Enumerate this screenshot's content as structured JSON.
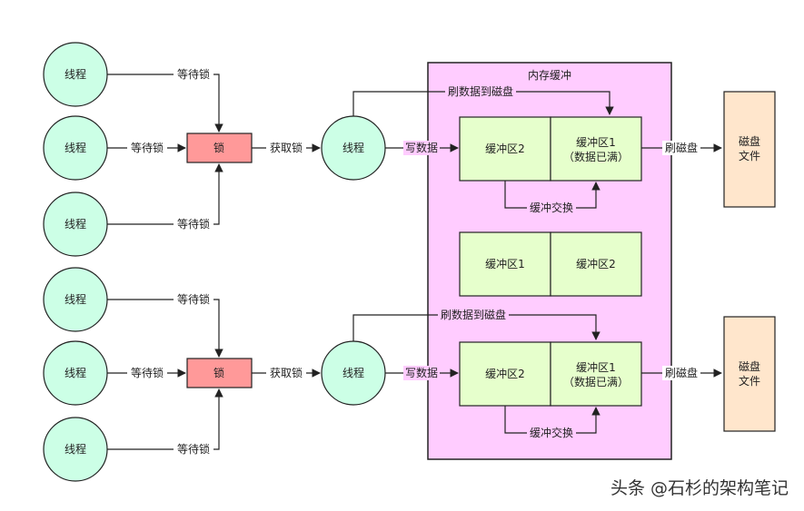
{
  "thread": "线程",
  "lock": "锁",
  "wait_lock": "等待锁",
  "acquire_lock": "获取锁",
  "write_data": "写数据",
  "flush_data": "刷数据到磁盘",
  "flush_disk": "刷磁盘",
  "buffer_swap": "缓冲交换",
  "memory_buffer": "内存缓冲",
  "buffer1": "缓冲区1",
  "buffer2": "缓冲区2",
  "buffer_full": "（数据已满）",
  "disk_file_line1": "磁盘",
  "disk_file_line2": "文件",
  "watermark": "头条 @石杉的架构笔记",
  "colors": {
    "thread_fill": "#ccffe6",
    "lock_fill": "#ff9999",
    "memory_fill": "#ffccff",
    "buffer_fill": "#e6ffcc",
    "disk_fill": "#ffe6cc"
  }
}
